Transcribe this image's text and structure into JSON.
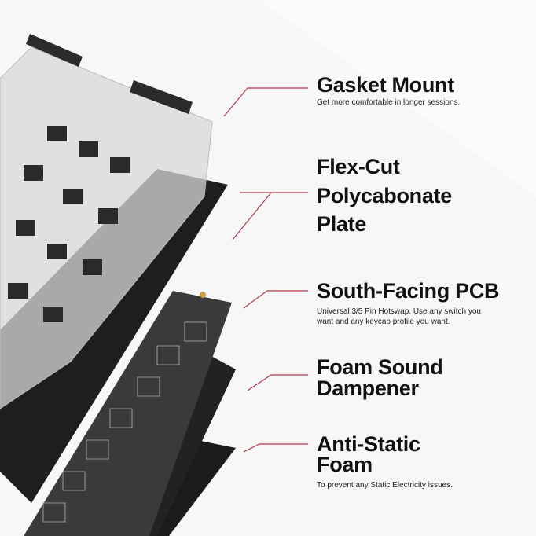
{
  "features": [
    {
      "title": "Gasket Mount",
      "description": "Get more comfortable in longer sessions."
    },
    {
      "title_lines": [
        "Flex-Cut",
        "Polycabonate",
        "Plate"
      ]
    },
    {
      "title": "South-Facing PCB",
      "description_lines": [
        "Universal 3/5 Pin Hotswap. Use any switch you",
        "want and any keycap profile you want."
      ]
    },
    {
      "title_lines": [
        "Foam Sound",
        "Dampener"
      ]
    },
    {
      "title_lines": [
        "Anti-Static",
        "Foam"
      ],
      "description": "To prevent any Static Electricity issues."
    }
  ],
  "colors": {
    "leader": "#b23a48",
    "text": "#111111",
    "background": "#f7f7f7"
  }
}
